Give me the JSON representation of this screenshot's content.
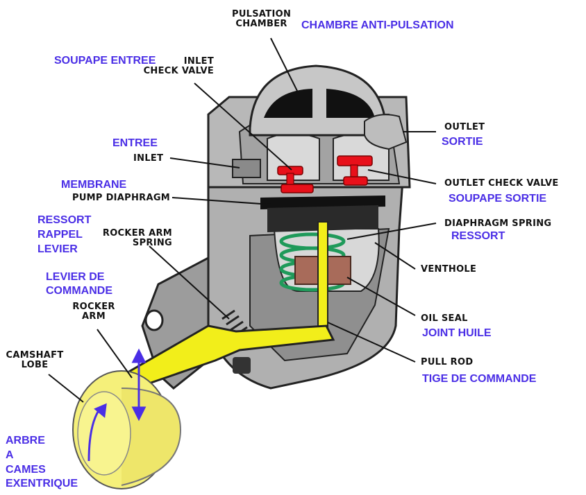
{
  "colors": {
    "french_label": "#4a2ee6",
    "english_label": "#111111",
    "housing": "#b8b8b8",
    "housing_dark": "#6e6e6e",
    "valve": "#e8101a",
    "rocker_arm": "#f2ee1a",
    "cam": "#f5f07a",
    "spring": "#1f9a5a",
    "oil_seal": "#a86b5a",
    "diaphragm": "#111111"
  },
  "labels": {
    "pulsation_chamber": "PULSATION\nCHAMBER",
    "chambre_anti_pulsation": "CHAMBRE ANTI-PULSATION",
    "soupape_entree": "SOUPAPE ENTREE",
    "inlet_check_valve": "INLET\nCHECK VALVE",
    "entree": "ENTREE",
    "inlet": "INLET",
    "membrane": "MEMBRANE",
    "pump_diaphragm": "PUMP DIAPHRAGM",
    "ressort_rappel_levier": "RESSORT\nRAPPEL\nLEVIER",
    "rocker_arm_spring": "ROCKER ARM\nSPRING",
    "levier_de_commande": "LEVIER DE\nCOMMANDE",
    "rocker_arm": "ROCKER\nARM",
    "camshaft_lobe": "CAMSHAFT\nLOBE",
    "arbre_a_cames": "ARBRE\nA\nCAMES\nEXENTRIQUE",
    "outlet": "OUTLET",
    "sortie": "SORTIE",
    "outlet_check_valve": "OUTLET CHECK VALVE",
    "soupape_sortie": "SOUPAPE SORTIE",
    "diaphragm_spring": "DIAPHRAGM SPRING",
    "ressort": "RESSORT",
    "venthole": "VENTHOLE",
    "oil_seal": "OIL SEAL",
    "joint_huile": "JOINT HUILE",
    "pull_rod": "PULL ROD",
    "tige_de_commande": "TIGE DE COMMANDE"
  }
}
